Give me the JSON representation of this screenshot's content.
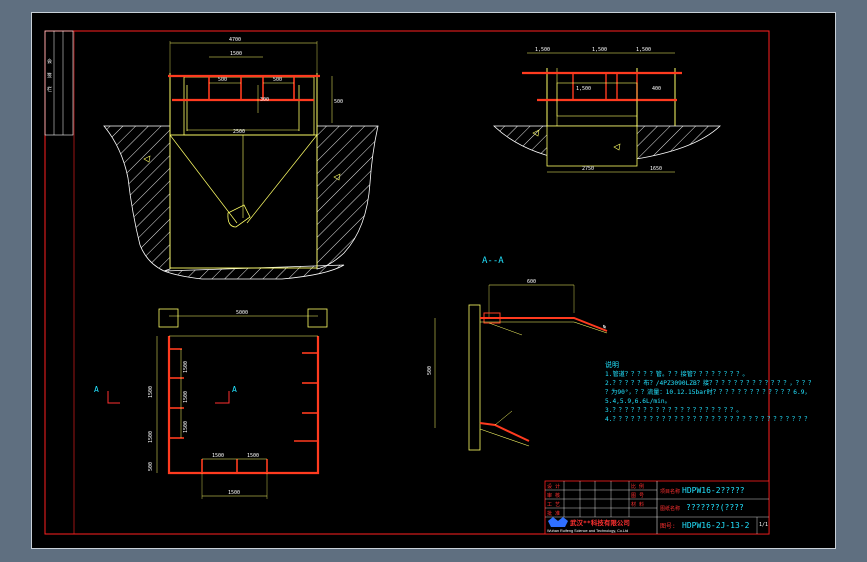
{
  "colors": {
    "background": "#000000",
    "frame": "#ff2020",
    "structure": "#ffff66",
    "dimension": "#ffffff",
    "pipe": "#ff3b1f",
    "note_text": "#22e3ff",
    "hatch": "#ffffff",
    "outer": "#5f6f80"
  },
  "section_label": "A--A",
  "cut_markers": {
    "left": "A",
    "right": "A"
  },
  "dimensions": {
    "top_left": {
      "overall": "4700",
      "inner": "1500",
      "pipe_a": "500",
      "pipe_b": "500",
      "height": "500",
      "depth": "300",
      "base": "2500"
    },
    "top_right": {
      "seg1": "1,500",
      "seg2": "1,500",
      "seg3": "1,500",
      "inner": "1,500",
      "h1": "400",
      "bottom_left": "2750",
      "bottom_right": "1650"
    },
    "plan": {
      "overall": "5000",
      "left_top": "1500",
      "left_mid": "1500",
      "left_bot": "1500",
      "left_a": "1500",
      "left_b": "1500",
      "left_c": "500",
      "bottom_a": "1500",
      "bottom_b": "1500",
      "bottom_overall": "1500"
    },
    "section": {
      "top": "600",
      "height": "500"
    }
  },
  "notes": {
    "title": "说明",
    "lines": [
      "1.管道？？？？？管。？？接管？？？？？？？？。",
      "2.？？？？？布？/4PZ3090LZB？接？？？？？？？？？？？？？，？？？",
      "？为90°，？？流量：10.12.15bar时？？？？？？？？？？？？？6.9，",
      "5.4,5.9,6.6L/min。",
      "3.？？？？？？？？？？？？？？？？？？？？。",
      "4.？？？？？？？？？？？？？？？？？？？？？？？？？？？？？？？？"
    ]
  },
  "title_block": {
    "left_rows": [
      "设 计",
      "审 核",
      "工 艺",
      "批 准"
    ],
    "right_rows": [
      "比 例",
      "图 号",
      "材 料"
    ],
    "company_cn": "武汉**科技有限公司",
    "company_en": "Wuhan Ruifeng Science and Technology, Co.Ltd",
    "project_label": "项目名称",
    "project_value": "HDPW16-2?????",
    "drawing_name_label": "图纸名称",
    "drawing_name_value": "???????(????",
    "drawing_no_label": "图号:",
    "drawing_no_value": "HDPW16-2J-13-2",
    "sheet": "1/1"
  },
  "side_strip": [
    "会",
    "签",
    "栏"
  ]
}
